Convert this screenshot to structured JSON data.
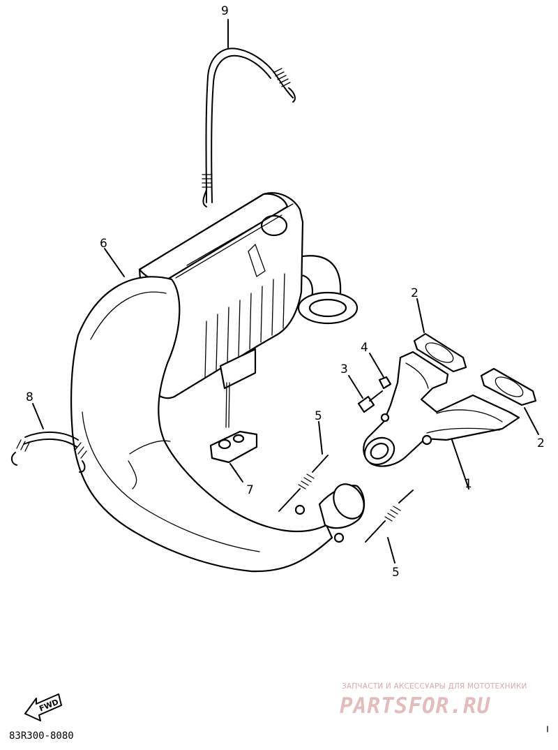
{
  "callouts": {
    "c1": "1",
    "c2a": "2",
    "c2b": "2",
    "c3": "3",
    "c4": "4",
    "c5a": "5",
    "c5b": "5",
    "c6": "6",
    "c7": "7",
    "c8": "8",
    "c9": "9"
  },
  "fwd_label": "FWD",
  "drawing_code": "83R300-8080",
  "watermark": {
    "tagline": "ЗАПЧАСТИ И АКСЕССУАРЫ ДЛЯ МОТОТЕХНИКИ",
    "brand": "PARTSFOR.RU"
  }
}
